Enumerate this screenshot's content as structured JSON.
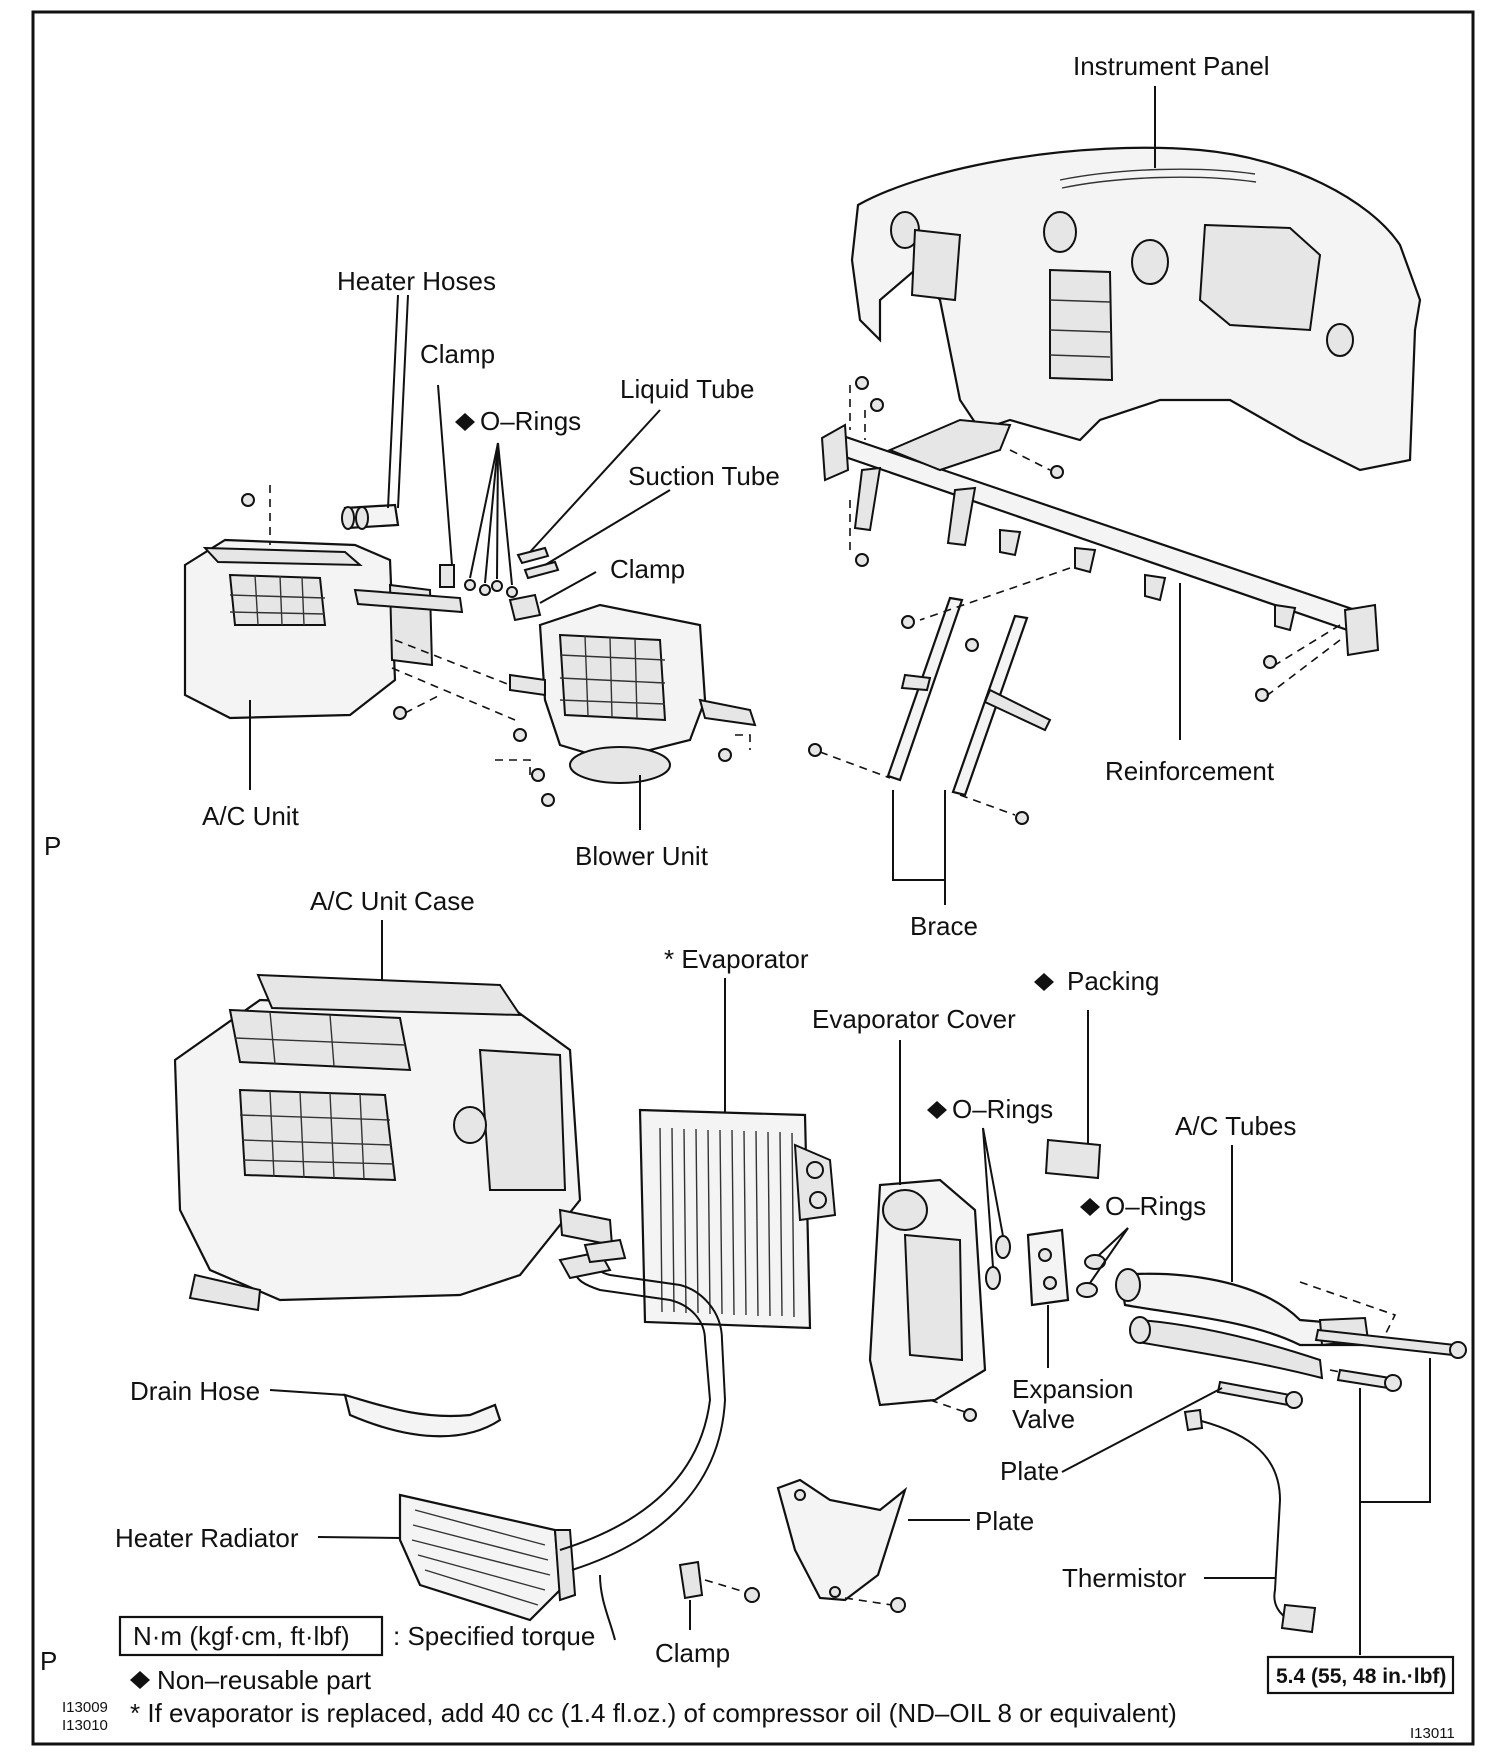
{
  "labels": {
    "instrument_panel": "Instrument Panel",
    "heater_hoses": "Heater Hoses",
    "clamp_top": "Clamp",
    "o_rings_top": "O–Rings",
    "liquid_tube": "Liquid Tube",
    "suction_tube": "Suction Tube",
    "clamp_mid": "Clamp",
    "ac_unit": "A/C Unit",
    "blower_unit": "Blower Unit",
    "reinforcement": "Reinforcement",
    "brace": "Brace",
    "p_top": "P",
    "ac_unit_case": "A/C Unit Case",
    "evaporator": "* Evaporator",
    "packing": "Packing",
    "evaporator_cover": "Evaporator Cover",
    "o_rings_cover": "O–Rings",
    "ac_tubes": "A/C Tubes",
    "o_rings_valve": "O–Rings",
    "expansion_valve_1": "Expansion",
    "expansion_valve_2": "Valve",
    "drain_hose": "Drain Hose",
    "plate_right": "Plate",
    "plate_mid": "Plate",
    "heater_radiator": "Heater Radiator",
    "thermistor": "Thermistor",
    "clamp_bottom": "Clamp",
    "p_bottom": "P"
  },
  "legend": {
    "torque_unit": "N·m (kgf·cm, ft·lbf)",
    "torque_desc": ": Specified torque",
    "nonreusable": "Non–reusable part",
    "note": "* If evaporator is replaced, add 40 cc (1.4 fl.oz.) of compressor oil (ND–OIL 8 or equivalent)",
    "torque_value": "5.4 (55, 48 in.·lbf)"
  },
  "codes": {
    "code_1": "I13009",
    "code_2": "I13010",
    "code_3": "I13011"
  }
}
